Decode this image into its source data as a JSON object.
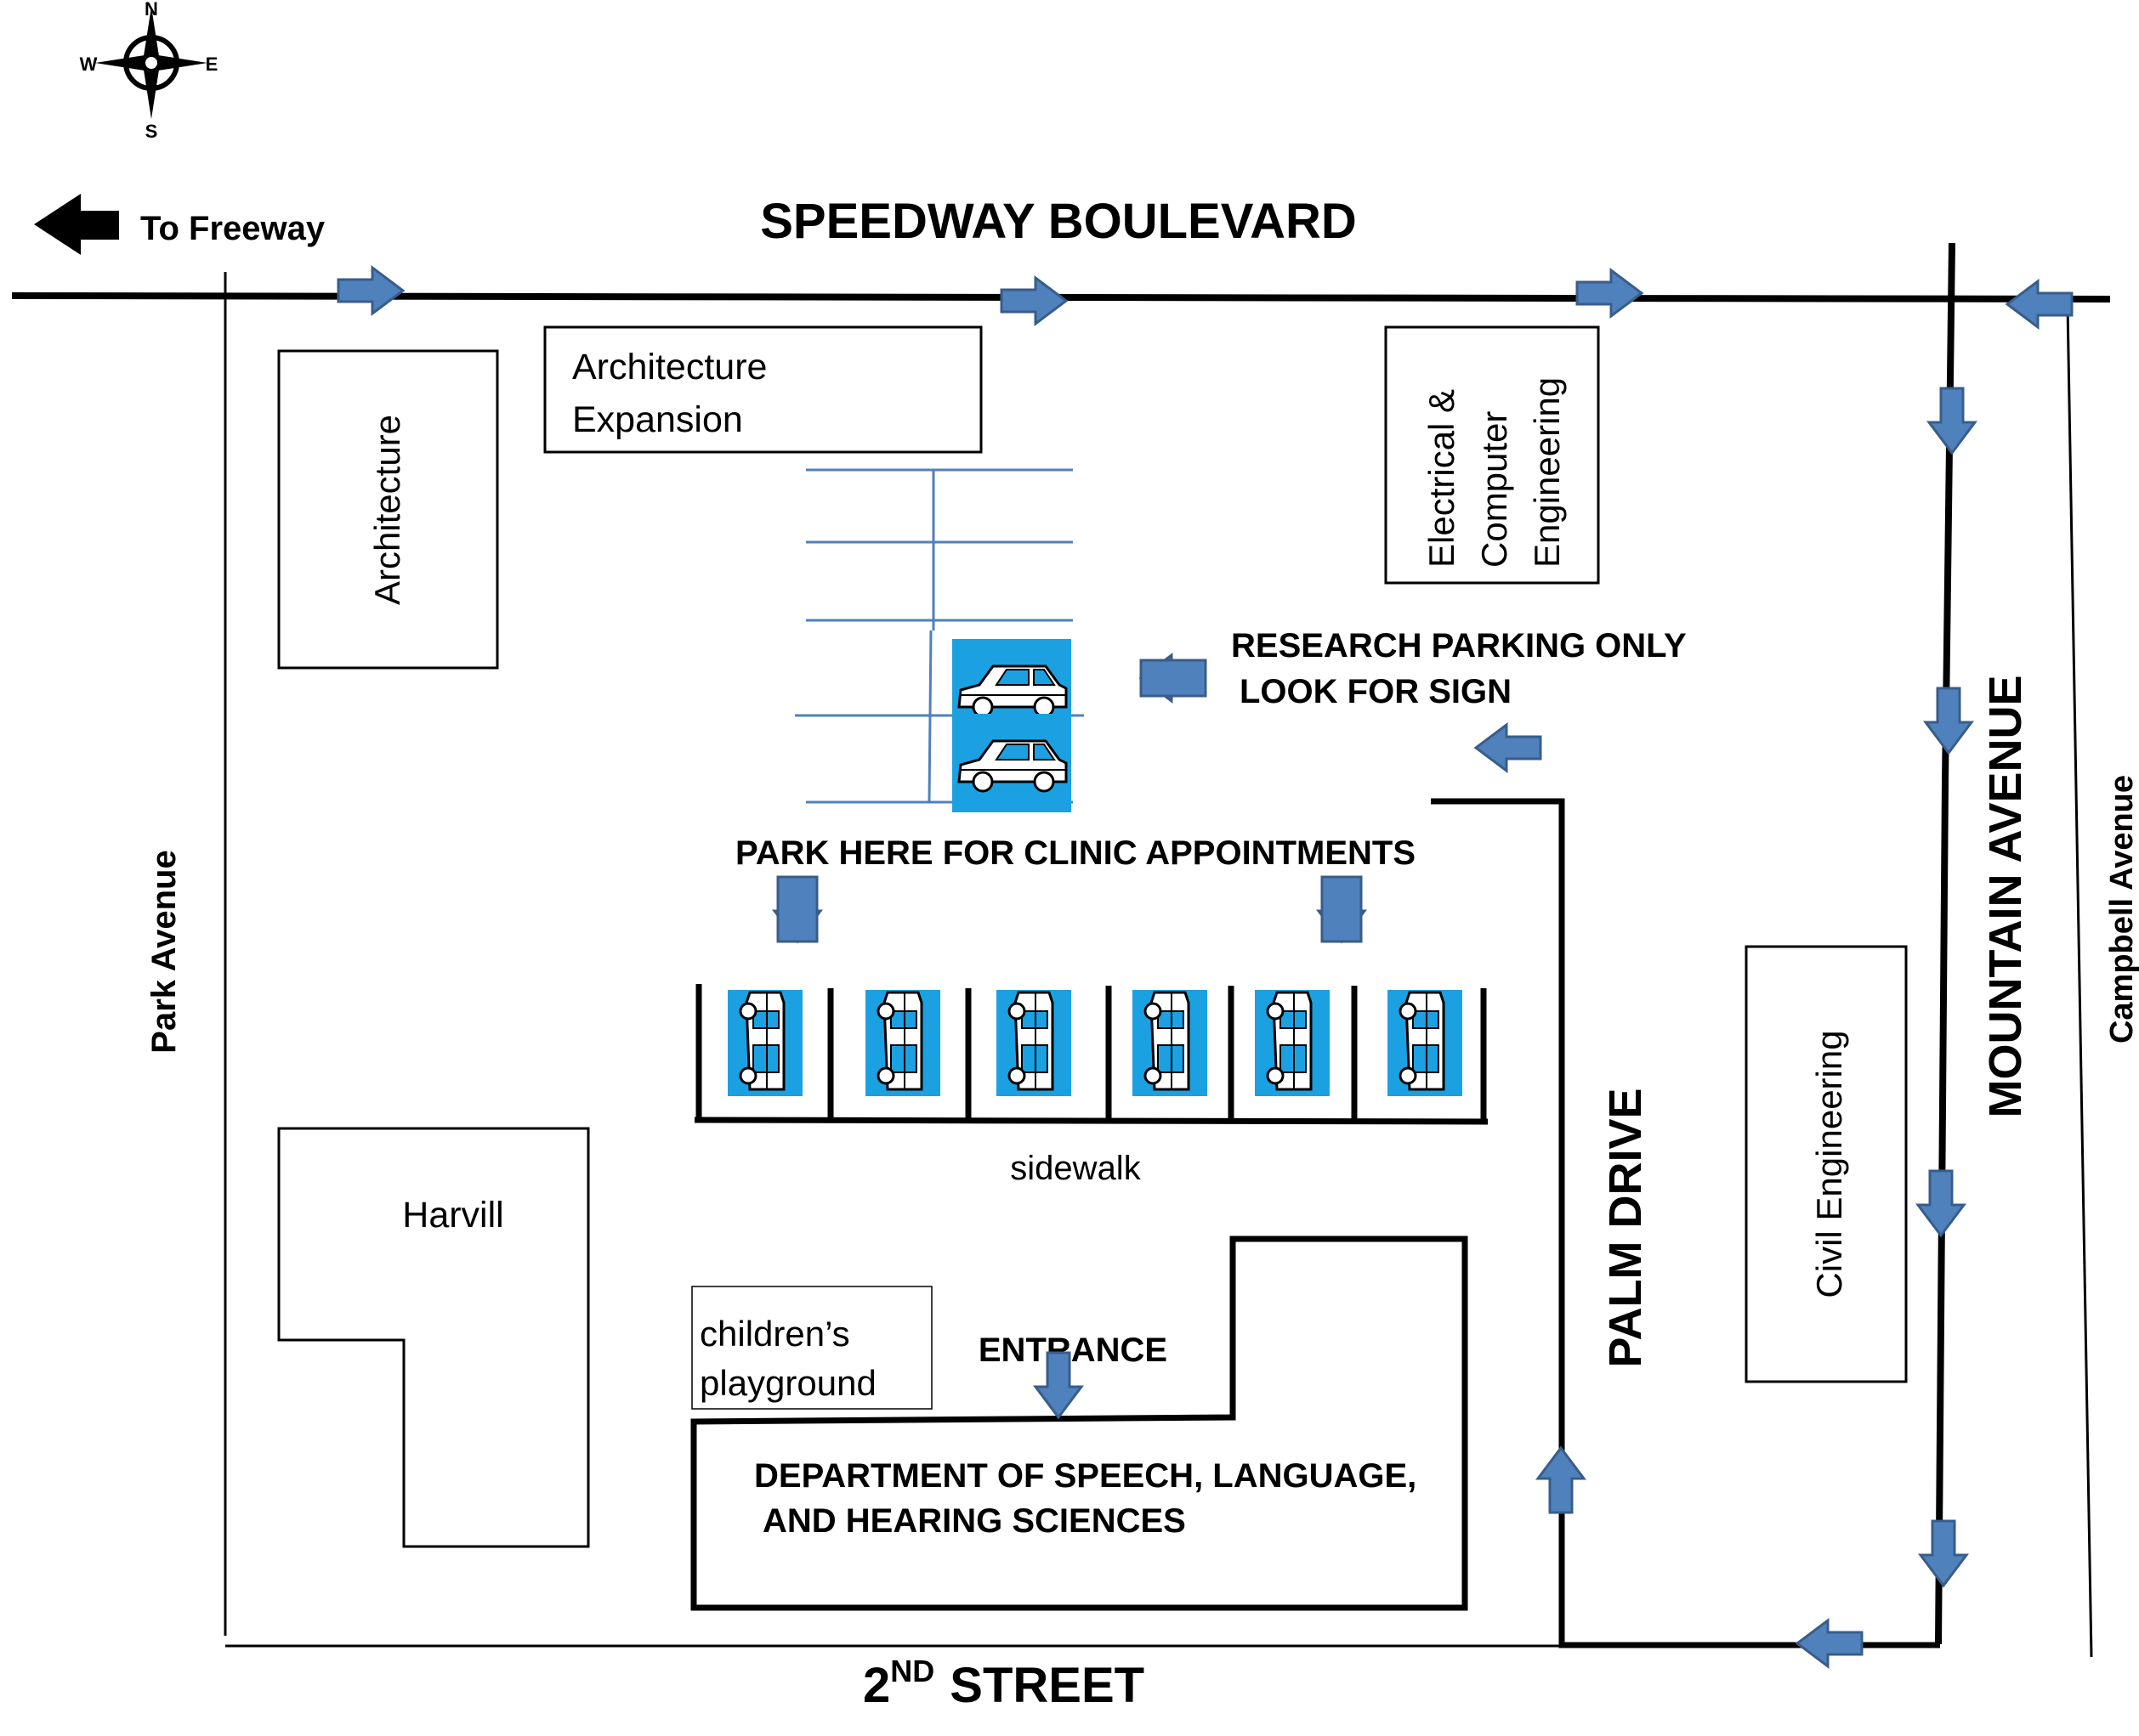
{
  "compass": {
    "north": "N",
    "east": "E",
    "south": "S",
    "west": "W",
    "icon": "compass-rose-icon"
  },
  "freeway_label": "To Freeway",
  "streets": {
    "north": "SPEEDWAY BOULEVARD",
    "south_number": "2",
    "south_suffix": "ND",
    "south_name": "STREET",
    "west": "Park Avenue",
    "east_main": "MOUNTAIN AVENUE",
    "east_far": "Campbell Avenue",
    "palm": "PALM DRIVE"
  },
  "buildings": {
    "architecture": "Architecture",
    "architecture_expansion_line1": "Architecture",
    "architecture_expansion_line2": "Expansion",
    "ece_line1": "Electrical &",
    "ece_line2": "Computer",
    "ece_line3": "Engineering",
    "civil": "Civil Engineering",
    "harvill": "Harvill",
    "playground_line1": "children’s",
    "playground_line2": "playground",
    "department_line1": "DEPARTMENT OF SPEECH, LANGUAGE,",
    "department_line2": "AND HEARING SCIENCES"
  },
  "labels": {
    "research_line1": "RESEARCH PARKING ONLY",
    "research_line2": "LOOK FOR SIGN",
    "clinic": "PARK HERE FOR CLINIC APPOINTMENTS",
    "sidewalk": "sidewalk",
    "entrance": "ENTRANCE"
  },
  "colors": {
    "arrow_fill": "#4F81BD",
    "arrow_stroke": "#385D8A",
    "parking_fill": "#1BA1E2",
    "parking_lines": "#4F81BD"
  }
}
